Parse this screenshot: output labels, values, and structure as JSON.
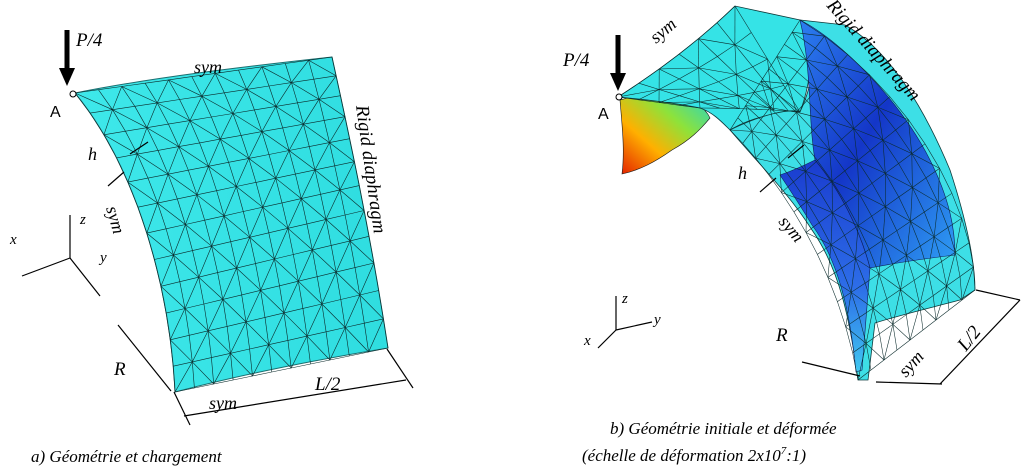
{
  "left_panel": {
    "load_label": "P/4",
    "point_label": "A",
    "sym_top": "sym",
    "sym_left": "sym",
    "sym_bottom": "sym",
    "thickness_label": "h",
    "radius_label": "R",
    "length_label": "L/2",
    "diaphragm_label": "Rigid diaphragm",
    "axes": {
      "x": "x",
      "y": "y",
      "z": "z"
    },
    "caption": "a) Géométrie et chargement"
  },
  "right_panel": {
    "load_label": "P/4",
    "point_label": "A",
    "sym_top": "sym",
    "sym_left": "sym",
    "sym_bottom": "sym",
    "thickness_label": "h",
    "radius_label": "R",
    "length_label": "L/2",
    "diaphragm_label": "Rigid diaphragm",
    "axes": {
      "x": "x",
      "y": "y",
      "z": "z"
    },
    "caption_line1": "b) Géométrie initiale et déformée",
    "caption_line2_pre": "(échelle de déformation 2x10",
    "caption_line2_sup": "7",
    "caption_line2_post": ":1)"
  },
  "colors": {
    "mesh_fill": "#33e6e6",
    "mesh_line": "#000000",
    "deformed_dark": "#1a3fd1",
    "contour_hot": "#e63a00"
  }
}
